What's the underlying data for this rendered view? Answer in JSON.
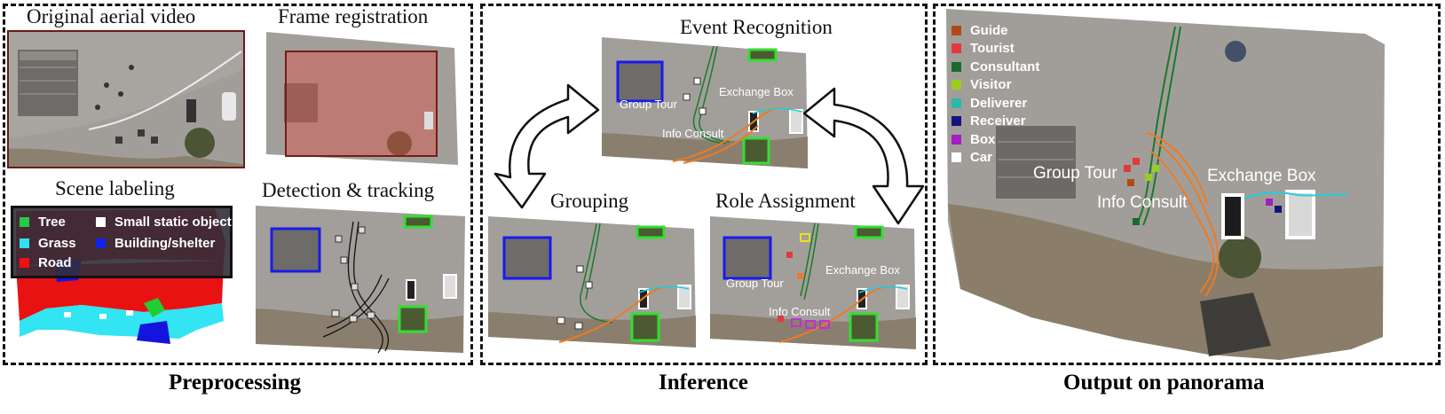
{
  "panels": {
    "preprocessing": "Preprocessing",
    "inference": "Inference",
    "output": "Output on panorama"
  },
  "steps": {
    "original_video": "Original aerial video",
    "frame_registration": "Frame registration",
    "scene_labeling": "Scene labeling",
    "detection_tracking": "Detection & tracking",
    "event_recognition": "Event Recognition",
    "grouping": "Grouping",
    "role_assignment": "Role Assignment"
  },
  "scene_legend": {
    "items": [
      {
        "label": "Tree",
        "color": "#22cc44"
      },
      {
        "label": "Small static object",
        "color": "#ffffff"
      },
      {
        "label": "Grass",
        "color": "#33e0f0"
      },
      {
        "label": "Building/shelter",
        "color": "#1122ee"
      },
      {
        "label": "Road",
        "color": "#ee1111"
      }
    ]
  },
  "event_labels": {
    "group_tour": "Group Tour",
    "info_consult": "Info Consult",
    "exchange_box": "Exchange Box"
  },
  "role_legend": {
    "items": [
      {
        "label": "Guide",
        "color": "#b04a14"
      },
      {
        "label": "Tourist",
        "color": "#e23a3a"
      },
      {
        "label": "Consultant",
        "color": "#1a6a2e"
      },
      {
        "label": "Visitor",
        "color": "#9acc22"
      },
      {
        "label": "Deliverer",
        "color": "#2cb8a8"
      },
      {
        "label": "Receiver",
        "color": "#141480"
      },
      {
        "label": "Box",
        "color": "#a020c0"
      },
      {
        "label": "Car",
        "color": "#ffffff"
      }
    ]
  }
}
